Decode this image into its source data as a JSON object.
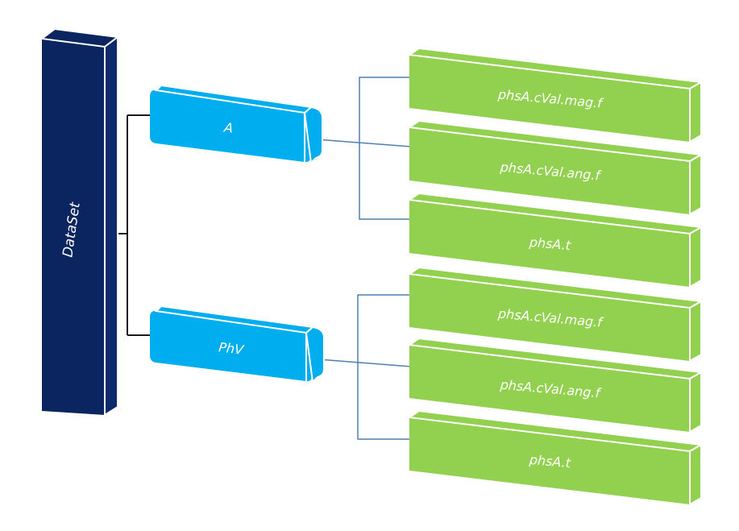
{
  "root": {
    "label": "DataSet",
    "color": "#0b2560"
  },
  "groups": [
    {
      "label": "A",
      "items": [
        "phsA.cVal.mag.f",
        "phsA.cVal.ang.f",
        "phsA.t"
      ]
    },
    {
      "label": "PhV",
      "items": [
        "phsA.cVal.mag.f",
        "phsA.cVal.ang.f",
        "phsA.t"
      ]
    }
  ],
  "colors": {
    "group": "#00aeef",
    "item": "#92d050",
    "root_connector": "#1a1a1a",
    "item_connector": "#4f7fb0"
  }
}
